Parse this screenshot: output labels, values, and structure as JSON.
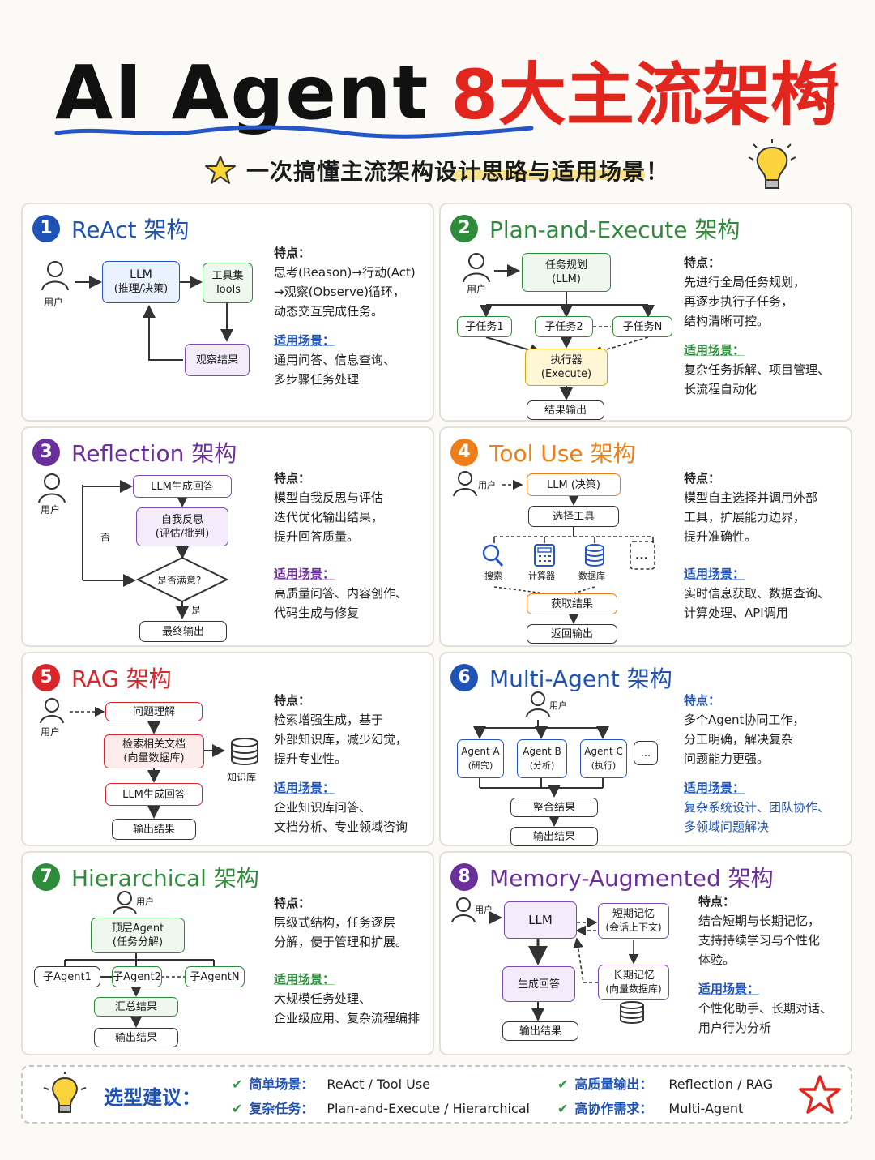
{
  "header": {
    "title_black": "AI Agent",
    "title_red": "8大主流架构",
    "subtitle": "一次搞懂主流架构设计思路与适用场景！"
  },
  "colors": {
    "title_red": "#e2261d",
    "blue": "#1e52b5",
    "green": "#2e8b3a",
    "purple": "#6a2f9b",
    "orange": "#ef7d18",
    "red": "#d8262a"
  },
  "labels": {
    "features": "特点：",
    "scenarios": "适用场景："
  },
  "cards": [
    {
      "number": "1",
      "title": "ReAct 架构",
      "features": [
        "思考(Reason)→行动(Act)",
        "→观察(Observe)循环，",
        "动态交互完成任务。"
      ],
      "scenarios": [
        "通用问答、信息查询、",
        "多步骤任务处理"
      ],
      "diagram": {
        "user": "用户",
        "llm": "LLM",
        "llm_sub": "(推理/决策)",
        "tools": "工具集",
        "tools_sub": "Tools",
        "observe": "观察结果"
      }
    },
    {
      "number": "2",
      "title": "Plan-and-Execute 架构",
      "features": [
        "先进行全局任务规划，",
        "再逐步执行子任务，",
        "结构清晰可控。"
      ],
      "scenarios": [
        "复杂任务拆解、项目管理、",
        "长流程自动化"
      ],
      "diagram": {
        "user": "用户",
        "plan": "任务规划",
        "plan_sub": "(LLM)",
        "sub1": "子任务1",
        "sub2": "子任务2",
        "subn": "子任务N",
        "exec": "执行器",
        "exec_sub": "(Execute)",
        "output": "结果输出"
      }
    },
    {
      "number": "3",
      "title": "Reflection 架构",
      "features": [
        "模型自我反思与评估",
        "迭代优化输出结果，",
        "提升回答质量。"
      ],
      "scenarios": [
        "高质量问答、内容创作、",
        "代码生成与修复"
      ],
      "diagram": {
        "user": "用户",
        "gen": "LLM生成回答",
        "reflect": "自我反思",
        "reflect_sub": "(评估/批判)",
        "no": "否",
        "check": "是否满意?",
        "yes": "是",
        "final": "最终输出"
      }
    },
    {
      "number": "4",
      "title": "Tool Use 架构",
      "features": [
        "模型自主选择并调用外部",
        "工具，扩展能力边界，",
        "提升准确性。"
      ],
      "scenarios": [
        "实时信息获取、数据查询、",
        "计算处理、API调用"
      ],
      "diagram": {
        "user": "用户",
        "llm": "LLM (决策)",
        "select": "选择工具",
        "search": "搜索",
        "calc": "计算器",
        "db": "数据库",
        "more": "...",
        "get": "获取结果",
        "ret": "返回输出"
      }
    },
    {
      "number": "5",
      "title": "RAG 架构",
      "features": [
        "检索增强生成，基于",
        "外部知识库，减少幻觉，",
        "提升专业性。"
      ],
      "scenarios": [
        "企业知识库问答、",
        "文档分析、专业领域咨询"
      ],
      "diagram": {
        "user": "用户",
        "q": "问题理解",
        "retrieve": "检索相关文档",
        "retrieve_sub": "(向量数据库)",
        "kb": "知识库",
        "gen": "LLM生成回答",
        "out": "输出结果"
      }
    },
    {
      "number": "6",
      "title": "Multi-Agent 架构",
      "features": [
        "多个Agent协同工作，",
        "分工明确，解决复杂",
        "问题能力更强。"
      ],
      "scenarios": [
        "复杂系统设计、团队协作、",
        "多领域问题解决"
      ],
      "diagram": {
        "user": "用户",
        "a": "Agent A",
        "a_sub": "(研究)",
        "b": "Agent B",
        "b_sub": "(分析)",
        "c": "Agent C",
        "c_sub": "(执行)",
        "more": "...",
        "merge": "整合结果",
        "out": "输出结果"
      }
    },
    {
      "number": "7",
      "title": "Hierarchical 架构",
      "features": [
        "层级式结构，任务逐层",
        "分解，便于管理和扩展。"
      ],
      "scenarios": [
        "大规模任务处理、",
        "企业级应用、复杂流程编排"
      ],
      "diagram": {
        "user": "用户",
        "top": "顶层Agent",
        "top_sub": "(任务分解)",
        "s1": "子Agent1",
        "s2": "子Agent2",
        "sn": "子AgentN",
        "sum": "汇总结果",
        "out": "输出结果"
      }
    },
    {
      "number": "8",
      "title": "Memory-Augmented 架构",
      "features": [
        "结合短期与长期记忆，",
        "支持持续学习与个性化",
        "体验。"
      ],
      "scenarios": [
        "个性化助手、长期对话、",
        "用户行为分析"
      ],
      "diagram": {
        "user": "用户",
        "llm": "LLM",
        "short": "短期记忆",
        "short_sub": "(会话上下文)",
        "gen": "生成回答",
        "long": "长期记忆",
        "long_sub": "(向量数据库)",
        "out": "输出结果"
      }
    }
  ],
  "footer": {
    "title": "选型建议：",
    "items": [
      {
        "key": "简单场景：",
        "value": "ReAct / Tool Use"
      },
      {
        "key": "复杂任务：",
        "value": "Plan-and-Execute / Hierarchical"
      },
      {
        "key": "高质量输出：",
        "value": "Reflection / RAG"
      },
      {
        "key": "高协作需求：",
        "value": "Multi-Agent"
      }
    ]
  }
}
